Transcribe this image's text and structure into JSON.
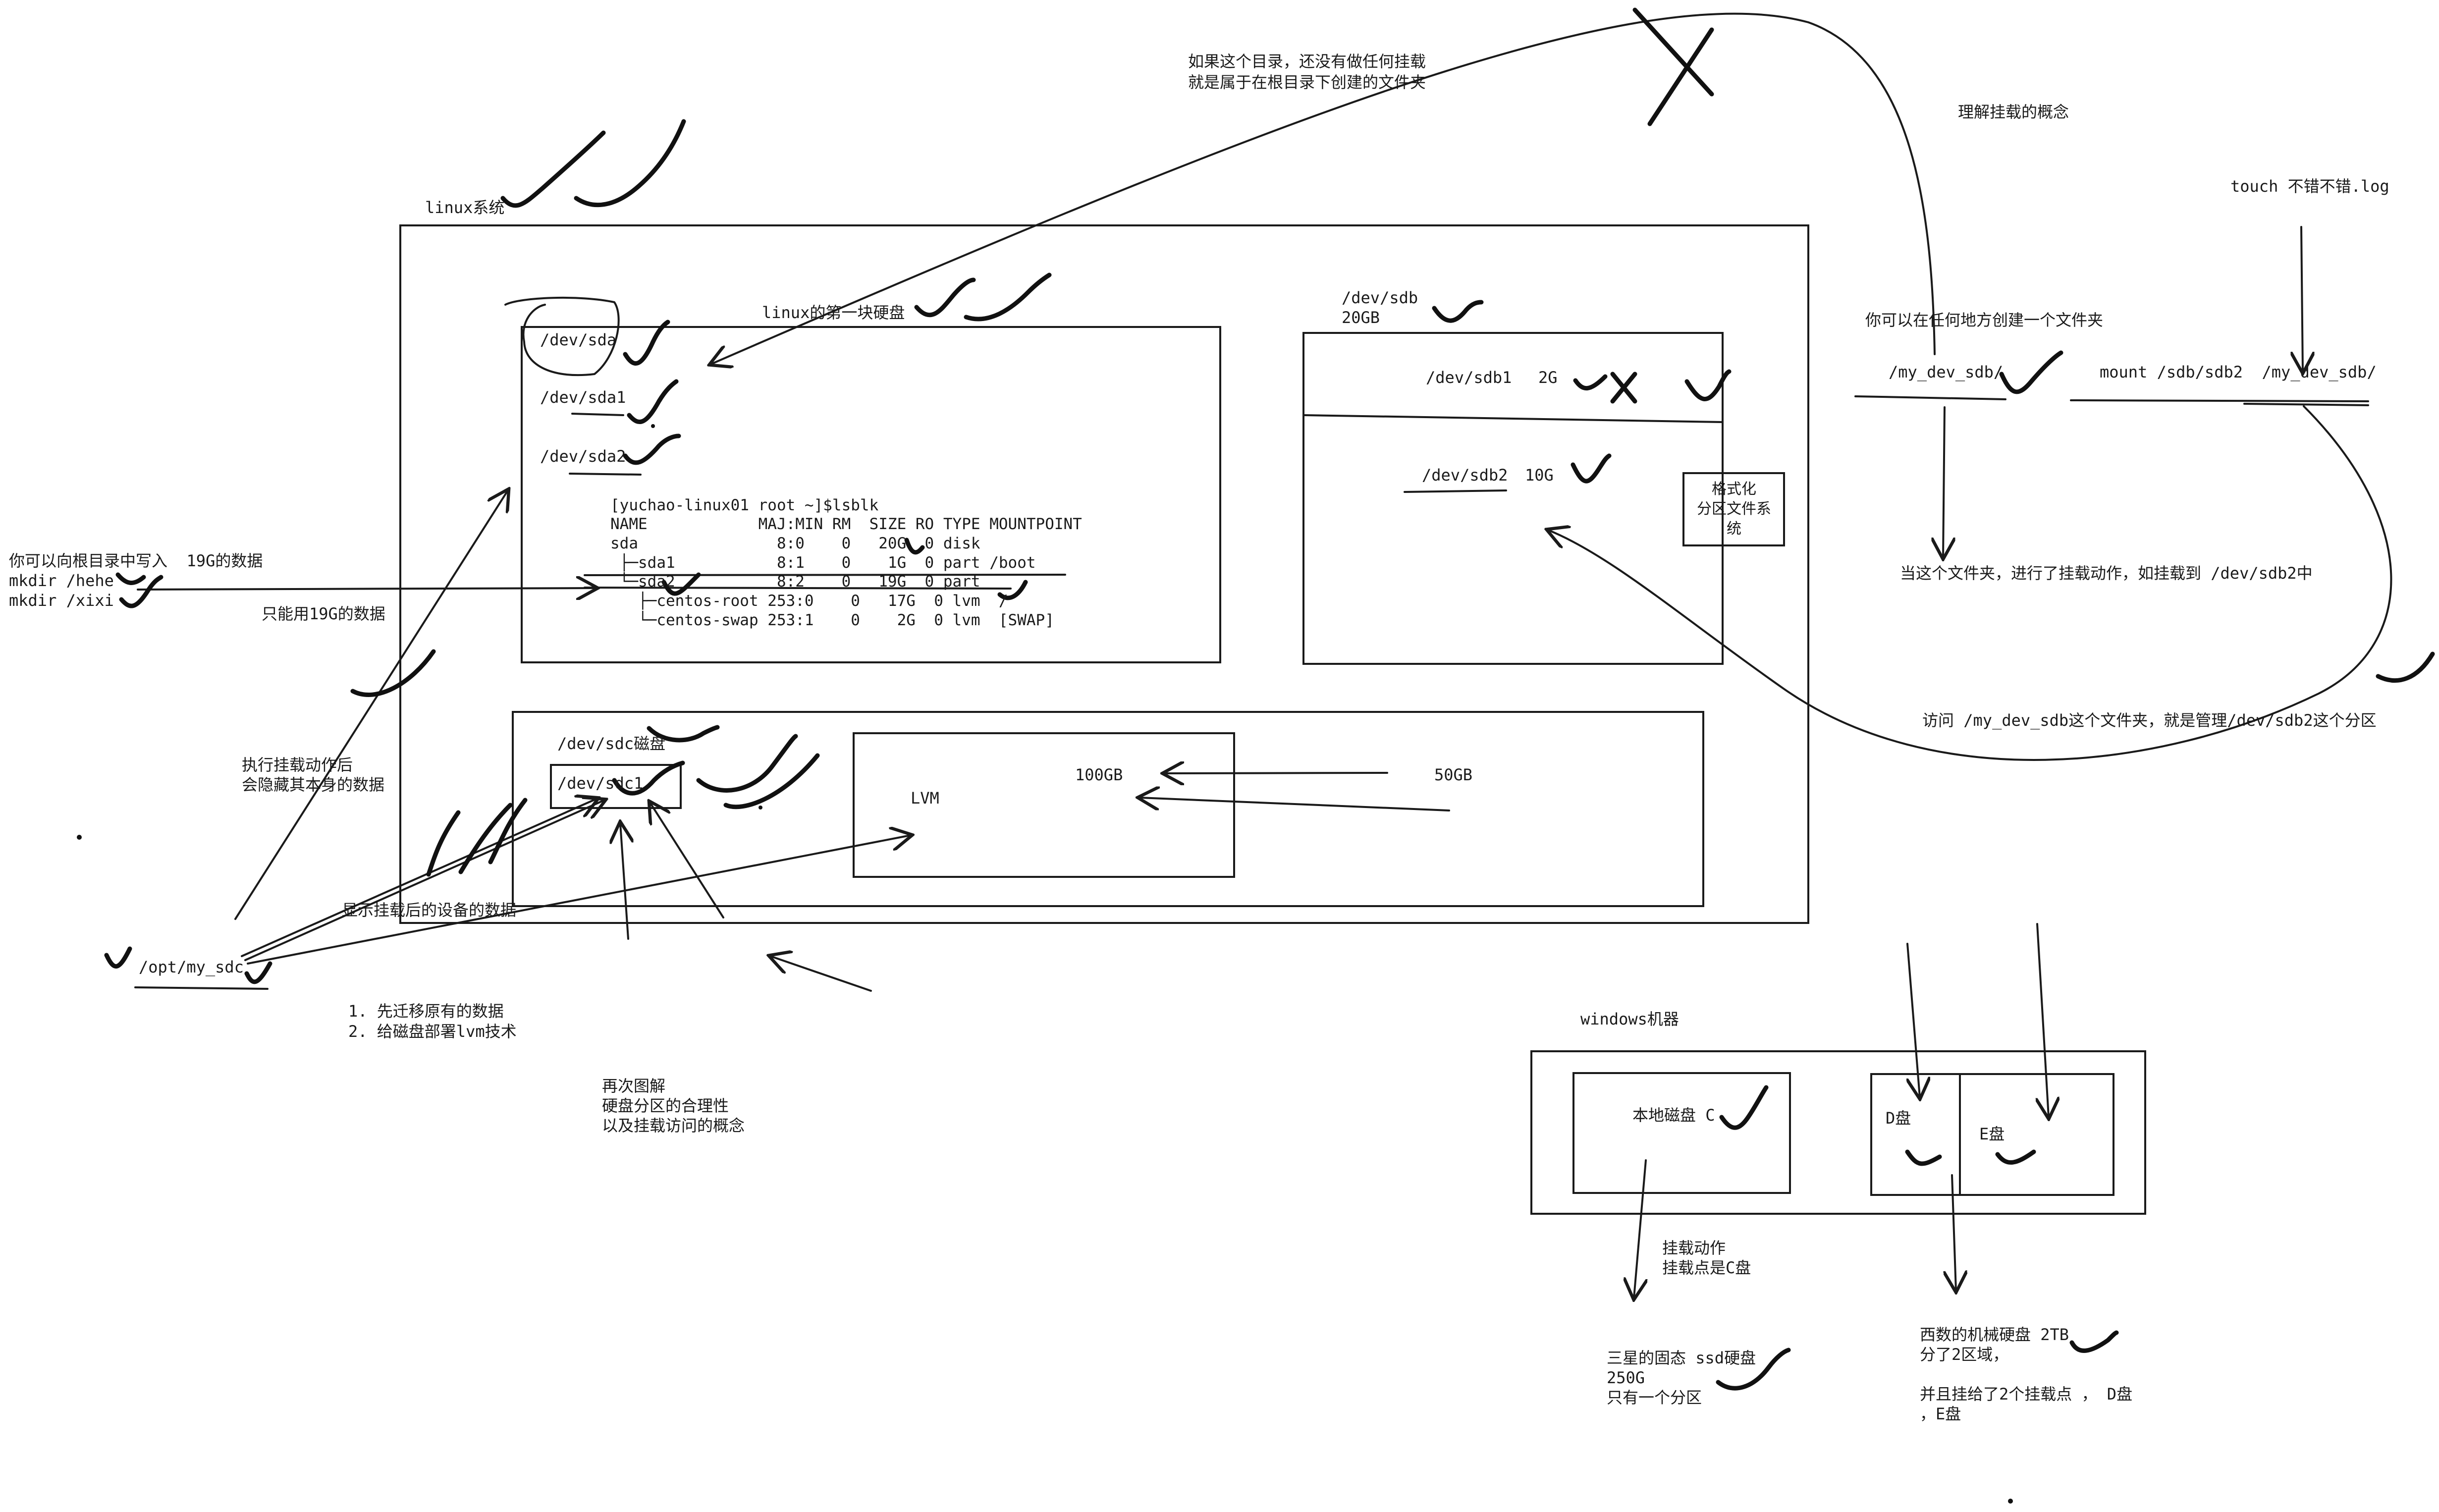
{
  "linux": {
    "title": "linux系统",
    "disk1_title": "linux的第一块硬盘",
    "sda": "/dev/sda",
    "sda1": "/dev/sda1",
    "sda2": "/dev/sda2",
    "lsblk_lines": [
      "[yuchao-linux01 root ~]$lsblk",
      "NAME            MAJ:MIN RM  SIZE RO TYPE MOUNTPOINT",
      "sda               8:0    0   20G  0 disk",
      " ├─sda1           8:1    0    1G  0 part /boot",
      " └─sda2           8:2    0   19G  0 part",
      "   ├─centos-root 253:0    0   17G  0 lvm  /",
      "   └─centos-swap 253:1    0    2G  0 lvm  [SWAP]"
    ],
    "sdb_label": "/dev/sdb",
    "sdb_size": "20GB",
    "sdb1": "/dev/sdb1",
    "sdb1_size": "2G",
    "sdb2": "/dev/sdb2",
    "sdb2_size": "10G",
    "format_lines": [
      "格式化",
      "分区文件系",
      "统"
    ],
    "sdc_title": "/dev/sdc磁盘",
    "sdc1": "/dev/sdc1",
    "lvm": "LVM",
    "size_100": "100GB",
    "size_50": "50GB"
  },
  "notes": {
    "root_write_lines": [
      "你可以向根目录中写入  19G的数据",
      "mkdir /hehe",
      "mkdir /xixi"
    ],
    "only19": "只能用19G的数据",
    "hide_lines": [
      "执行挂载动作后",
      "会隐藏其本身的数据"
    ],
    "show_mounted": "显示挂载后的设备的数据",
    "opt_path": "/opt/my_sdc",
    "migrate_lines": [
      "1. 先迁移原有的数据",
      "2. 给磁盘部署lvm技术"
    ],
    "review_lines": [
      "再次图解",
      "硬盘分区的合理性",
      "以及挂载访问的概念"
    ],
    "no_mount_lines": [
      "如果这个目录，还没有做任何挂载",
      "就是属于在根目录下创建的文件夹"
    ]
  },
  "mount": {
    "concept": "理解挂载的概念",
    "touch_cmd": "touch 不错不错.log",
    "anywhere": "你可以在任何地方创建一个文件夹",
    "dir_left": "/my_dev_sdb/",
    "mount_cmd": "mount /sdb/sdb2  /my_dev_sdb/",
    "after_mount": "当这个文件夹，进行了挂载动作，如挂载到 /dev/sdb2中",
    "access": "访问 /my_dev_sdb这个文件夹，就是管理/dev/sdb2这个分区"
  },
  "windows": {
    "title": "windows机器",
    "local_c": "本地磁盘 C",
    "d": "D盘",
    "e": "E盘",
    "mount_action_lines": [
      "挂载动作",
      "挂载点是C盘"
    ],
    "ssd_lines": [
      "三星的固态 ssd硬盘",
      "250G",
      "只有一个分区"
    ],
    "hdd_lines": [
      "西数的机械硬盘 2TB",
      "分了2区域，",
      "",
      "并且挂给了2个挂载点 ， D盘",
      "，E盘"
    ]
  }
}
